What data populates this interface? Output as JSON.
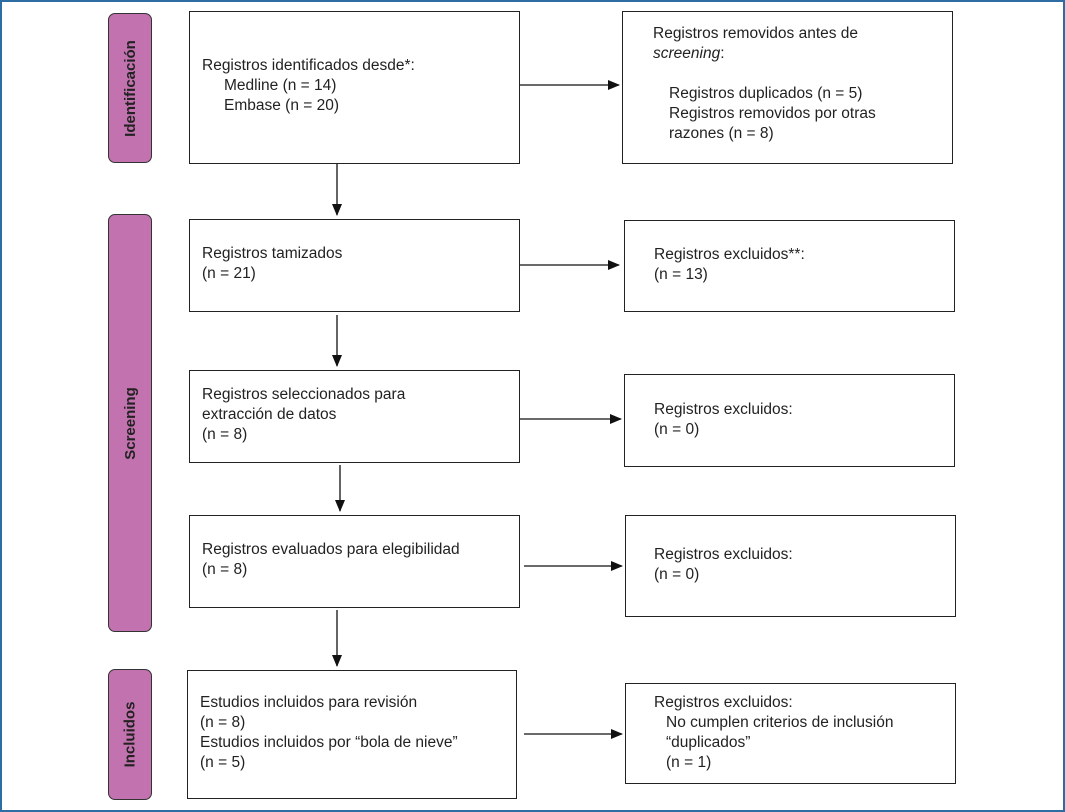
{
  "stages": {
    "identification": "Identificación",
    "screening": "Screening",
    "included": "Incluidos"
  },
  "boxes": {
    "identified": {
      "title": "Registros identificados desde*:",
      "medline": "Medline (n = 14)",
      "embase": "Embase (n = 20)"
    },
    "removed": {
      "title_line1": "Registros removidos antes de",
      "title_italic": "screening",
      "title_suffix": ":",
      "duplicates": "Registros duplicados (n = 5)",
      "other_line1": "Registros removidos por otras",
      "other_line2": "razones (n = 8)"
    },
    "screened": {
      "title": "Registros tamizados",
      "count": "(n = 21)"
    },
    "excluded1": {
      "title": "Registros excluidos**:",
      "count": "(n = 13)"
    },
    "selected": {
      "line1": "Registros seleccionados para",
      "line2": "extracción de datos",
      "count": "(n = 8)"
    },
    "excluded2": {
      "title": "Registros excluidos:",
      "count": "(n = 0)"
    },
    "assessed": {
      "title": "Registros evaluados para elegibilidad",
      "count": "(n = 8)"
    },
    "excluded3": {
      "title": "Registros excluidos:",
      "count": "(n = 0)"
    },
    "included": {
      "line1": "Estudios incluidos para revisión",
      "count1": "(n = 8)",
      "line2": "Estudios incluidos por “bola de nieve”",
      "count2": "(n = 5)"
    },
    "excluded4": {
      "title": "Registros excluidos:",
      "reason": "No cumplen criterios de inclusión",
      "reason2": "“duplicados”",
      "count": "(n = 1)"
    }
  }
}
